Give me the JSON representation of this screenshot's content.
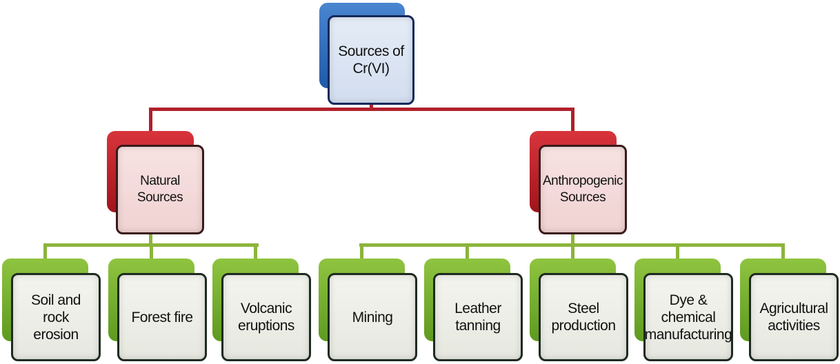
{
  "root": {
    "label": "Sources of\nCr(VI)"
  },
  "categories": [
    {
      "label": "Natural\nSources",
      "children": [
        "Soil and rock\nerosion",
        "Forest fire",
        "Volcanic\neruptions"
      ]
    },
    {
      "label": "Anthropogenic\nSources",
      "children": [
        "Mining",
        "Leather\ntanning",
        "Steel\nproduction",
        "Dye &\nchemical\nmanufacturing",
        "Agricultural\nactivities"
      ]
    }
  ],
  "colors": {
    "root": "#1f5aa8",
    "category": "#b0202a",
    "leaf": "#8cb43c"
  }
}
